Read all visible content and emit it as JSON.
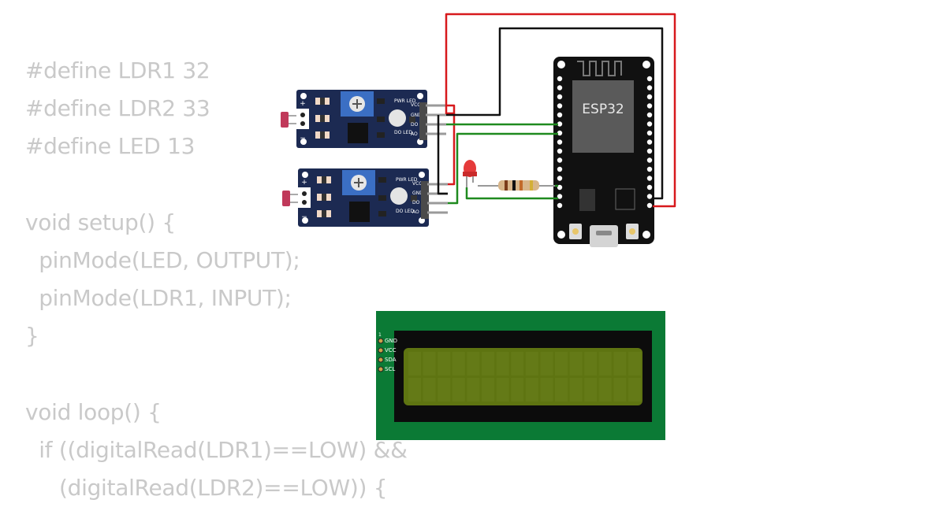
{
  "code": {
    "lines": [
      "#define LDR1 32",
      "#define LDR2 33",
      "#define LED 13",
      "",
      "void setup() {",
      "  pinMode(LED, OUTPUT);",
      "  pinMode(LDR1, INPUT);",
      "}",
      "",
      "void loop() {",
      "  if ((digitalRead(LDR1)==LOW) &&",
      "     (digitalRead(LDR2)==LOW)) {"
    ]
  },
  "ldr_module": {
    "pins": [
      "VCC",
      "GND",
      "DO",
      "AO"
    ],
    "pwr_label": "PWR LED",
    "do_label": "DO LED",
    "plus": "+",
    "minus": "−"
  },
  "esp32": {
    "label": "ESP32"
  },
  "lcd": {
    "pin_number": "1",
    "pins": [
      "GND",
      "VCC",
      "SDA",
      "SCL"
    ]
  },
  "colors": {
    "wire_red": "#d7191c",
    "wire_black": "#111111",
    "wire_green": "#1f8a1f",
    "board_blue": "#1c2a52",
    "lcd_green": "#0b7a35",
    "lcd_screen": "#5e7411"
  }
}
